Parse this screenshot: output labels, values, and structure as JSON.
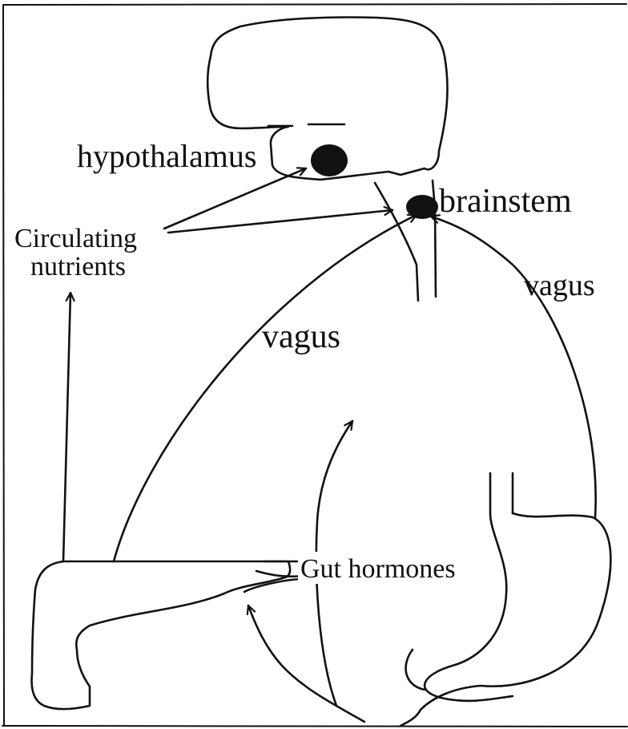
{
  "labels": {
    "hypothalamus": "hypothalamus",
    "brainstem": "brainstem",
    "circulating_line1": "Circulating",
    "circulating_line2": "nutrients",
    "vagus_left": "vagus",
    "vagus_right": "vagus",
    "gut_hormones": "Gut hormones"
  },
  "colors": {
    "ink": "#111111",
    "background": "#ffffff"
  }
}
